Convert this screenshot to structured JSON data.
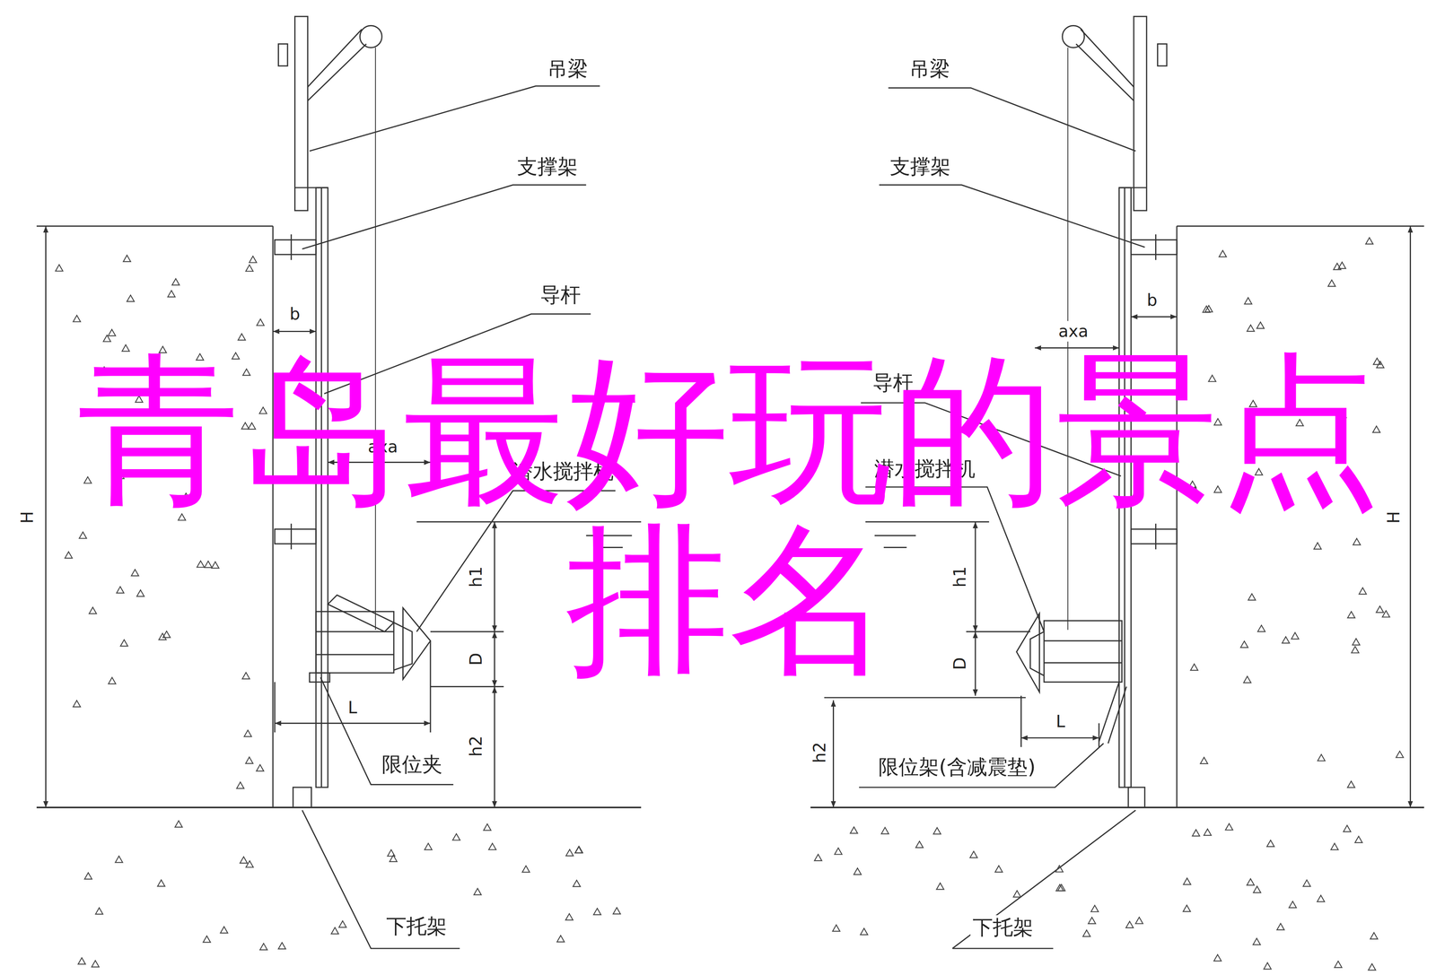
{
  "diagram": {
    "title": "青岛最好玩的景点 排名",
    "labels": [
      "吊梁",
      "支撑架",
      "导杆",
      "b",
      "axa",
      "潜水搅拌机",
      "h1",
      "D",
      "h2",
      "L",
      "H",
      "限位夹",
      "下托架",
      "吊梁",
      "支撑架",
      "b",
      "axa",
      "导杆",
      "潜水搅拌机",
      "h1",
      "D",
      "h2",
      "L",
      "H",
      "限位架(含减震垫)",
      "下托架"
    ]
  }
}
